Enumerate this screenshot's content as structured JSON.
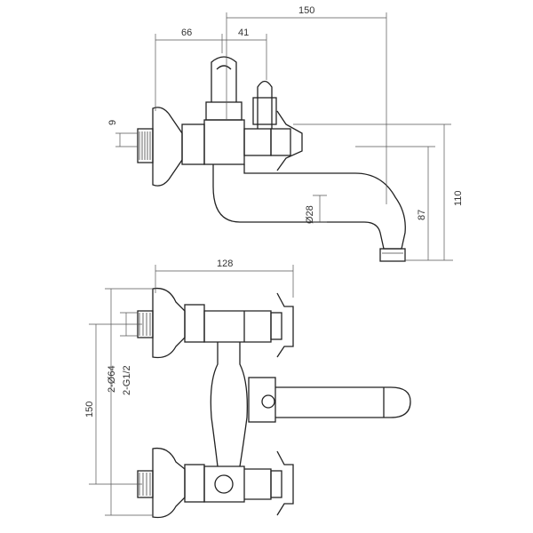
{
  "title": "Bath mixer technical drawing",
  "top_view": {
    "dims": {
      "overall_reach": "150",
      "wall_to_axis": "66",
      "axis_offset": "41",
      "thread_length": "9",
      "spout_diameter": "Ø28",
      "spout_height": "87",
      "total_height": "110"
    }
  },
  "front_view": {
    "dims": {
      "width": "128",
      "flange_diameter": "2-Ø64",
      "thread": "2-G1/2",
      "centre_distance": "150"
    }
  }
}
